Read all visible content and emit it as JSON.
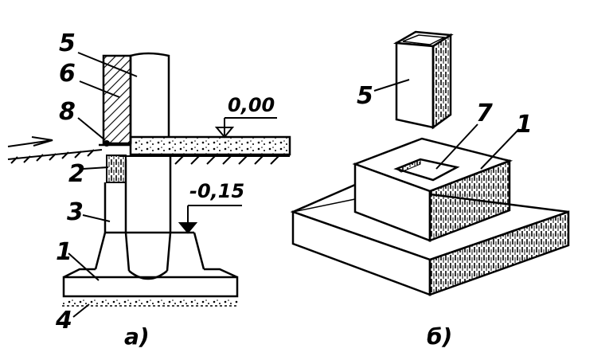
{
  "figure_a": {
    "caption": "а)",
    "labels": {
      "n5": "5",
      "n6": "6",
      "n8": "8",
      "n2": "2",
      "n3": "3",
      "n1": "1",
      "n4": "4"
    },
    "levels": {
      "ground": "0,00",
      "lower": "-0,15"
    }
  },
  "figure_b": {
    "caption": "б)",
    "labels": {
      "n5": "5",
      "n7": "7",
      "n1": "1"
    }
  }
}
